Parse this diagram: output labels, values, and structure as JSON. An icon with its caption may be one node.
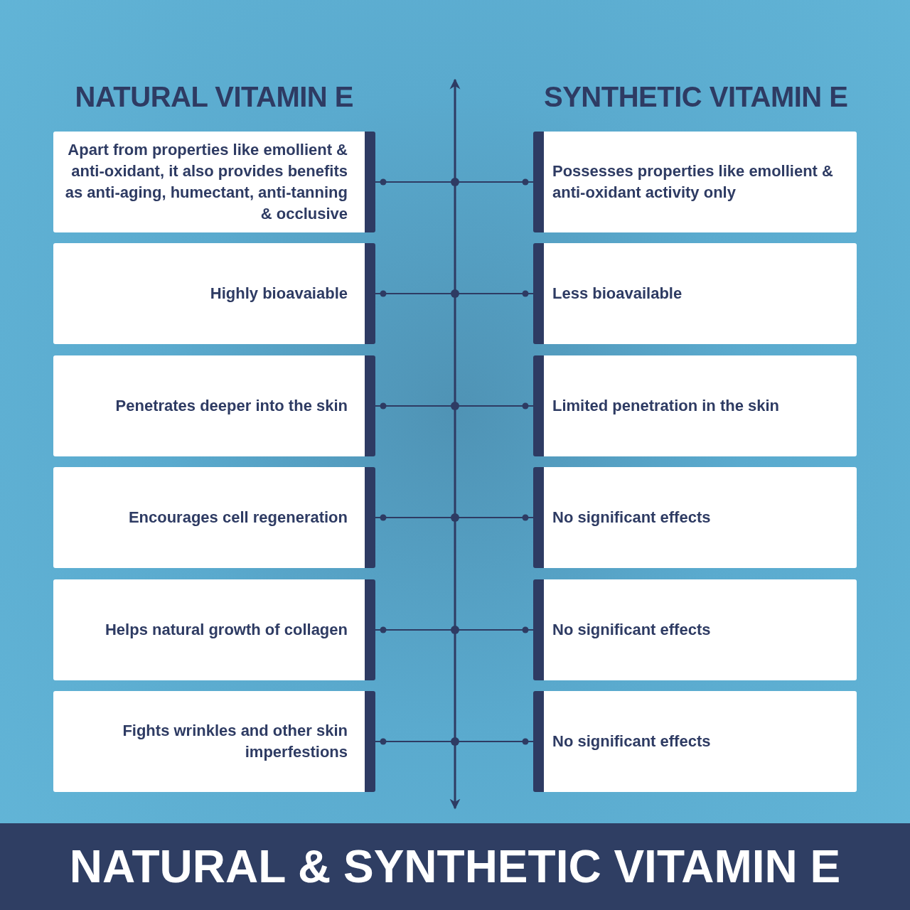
{
  "diagram": {
    "title": "NATURAL & SYNTHETIC VITAMIN E",
    "nodes": [
      {
        "text": [
          "Apart from properties like emollient & anti-oxidant, it also provides benefits as anti-aging, humectant, anti-tanning & occlusive"
        ]
      },
      {
        "text": [
          "Possesses properties like emollient & anti-oxidant activity only"
        ]
      },
      {
        "text": [
          "Highly bioavaiable"
        ]
      },
      {
        "text": [
          "Less bioavailable"
        ]
      },
      {
        "text": [
          "Penetrates deeper into the skin"
        ]
      },
      {
        "text": [
          "Limited penetration in the skin"
        ]
      },
      {
        "text": [
          "Encourages cell regeneration"
        ]
      },
      {
        "text": [
          "No significant effects"
        ]
      },
      {
        "text": [
          "Helps natural growth of collagen"
        ]
      },
      {
        "text": [
          "No significant effects"
        ]
      },
      {
        "text": [
          "Fights wrinkles and other skin imperfestions"
        ]
      },
      {
        "text": [
          "No significant effects"
        ]
      }
    ],
    "edges": [
      {
        "from": 0,
        "to": 1,
        "arrow": "other"
      },
      {
        "from": 2,
        "to": 3,
        "arrow": "other"
      },
      {
        "from": 4,
        "to": 5,
        "arrow": "other"
      },
      {
        "from": 6,
        "to": 7,
        "arrow": "other"
      },
      {
        "from": 8,
        "to": 9,
        "arrow": "other"
      },
      {
        "from": 10,
        "to": 11,
        "arrow": "other"
      }
    ],
    "labels": [
      "NATURAL VITAMIN E",
      "SYNTHETIC VITAMIN E"
    ]
  }
}
